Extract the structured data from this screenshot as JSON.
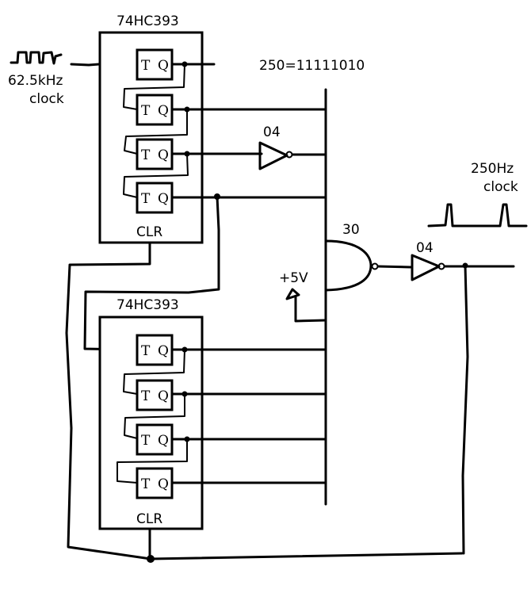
{
  "diagram": {
    "counters": [
      {
        "part": "74HC393",
        "clear_label": "CLR",
        "flipflops": [
          {
            "t": "T",
            "q": "Q"
          },
          {
            "t": "T",
            "q": "Q"
          },
          {
            "t": "T",
            "q": "Q"
          },
          {
            "t": "T",
            "q": "Q"
          }
        ]
      },
      {
        "part": "74HC393",
        "clear_label": "CLR",
        "flipflops": [
          {
            "t": "T",
            "q": "Q"
          },
          {
            "t": "T",
            "q": "Q"
          },
          {
            "t": "T",
            "q": "Q"
          },
          {
            "t": "T",
            "q": "Q"
          }
        ]
      }
    ],
    "input_clock": {
      "freq": "62.5kHz",
      "label": "clock",
      "icon": "square-wave-icon"
    },
    "output_clock": {
      "freq": "250Hz",
      "label": "clock",
      "icon": "pulse-wave-icon"
    },
    "count_value": "250=11111010",
    "inverter_top": "04",
    "inverter_out": "04",
    "nand_gate": "30",
    "supply": "+5V"
  }
}
